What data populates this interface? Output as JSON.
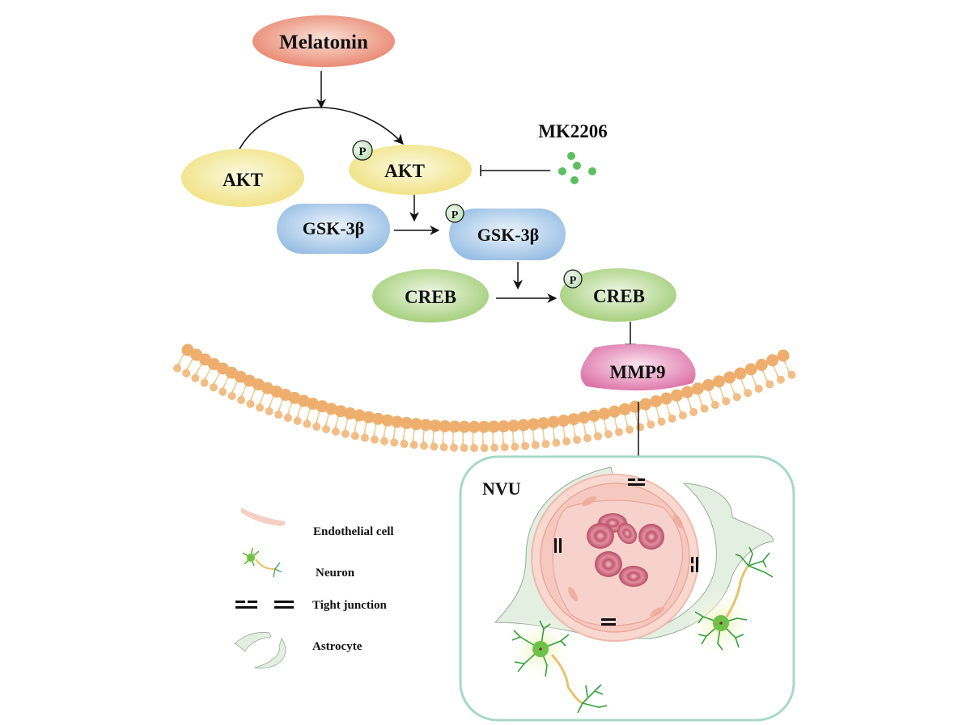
{
  "nodes": {
    "melatonin": "Melatonin",
    "akt": "AKT",
    "p_akt": "AKT",
    "mk2206": "MK2206",
    "gsk": "GSK-3β",
    "p_gsk": "GSK-3β",
    "creb": "CREB",
    "p_creb": "CREB",
    "mmp9": "MMP9",
    "phospho_mark": "P"
  },
  "nvu": {
    "title": "NVU"
  },
  "legend": {
    "items": [
      {
        "icon": "endothelial-cell-icon",
        "label": "Endothelial cell"
      },
      {
        "icon": "neuron-icon",
        "label": "Neuron"
      },
      {
        "icon": "tight-junction-icon",
        "label": "Tight junction"
      },
      {
        "icon": "astrocyte-icon",
        "label": "Astrocyte"
      }
    ]
  },
  "colors": {
    "melatonin": "#e8826a",
    "akt": "#f3e78c",
    "gsk": "#9cc2e6",
    "creb": "#a9d27f",
    "mmp9": "#e27fb0",
    "membrane": "#eeae6d",
    "nvu_border": "#a7d9c6",
    "vessel": "#f6c9c0",
    "rbc": "#c75b72",
    "astrocyte": "#e3efe1",
    "neuron": "#3aa23e",
    "inhibitor_dots": "#5cbf60"
  }
}
